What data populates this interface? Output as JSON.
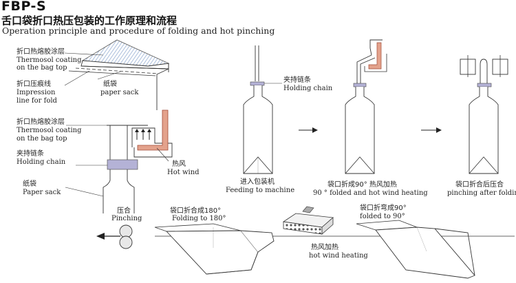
{
  "header": {
    "model": "FBP-S",
    "title_cn": "舌口袋折口热压包装的工作原理和流程",
    "title_en": "Operation principle  and procedure of  folding and hot pinching"
  },
  "labels": {
    "coating_top_cn": "折口热熔胶涂层",
    "coating_top_en1": "Thermosol coating",
    "coating_top_en2": "on the bag top",
    "impression_cn": "折口压痕线",
    "impression_en1": "Impression",
    "impression_en2": "line for fold",
    "paper_sack_top_cn": "纸袋",
    "paper_sack_top_en": "paper sack",
    "coating_mid_cn": "折口热熔胶涂层",
    "coating_mid_en1": "Thermosol coating",
    "coating_mid_en2": "on the bag top",
    "holding_left_cn": "夹持链条",
    "holding_left_en": "Holding  chain",
    "hot_wind_cn": "热风",
    "hot_wind_en": "Hot wind",
    "paper_sack_low_cn": "纸袋",
    "paper_sack_low_en": "Paper sack",
    "holding_center_cn": "夹持链条",
    "holding_center_en": "Holding chain",
    "feeding_cn": "进入包装机",
    "feeding_en": "Feeding to machine",
    "fold90_heat_cn": "袋口折成90°  热风加热",
    "fold90_heat_en": "90 °  folded and hot wind heating",
    "pinch_after_cn": "袋口折合后压合",
    "pinch_after_en": "pinching after folding",
    "pinching_cn": "压合",
    "pinching_en": "Pinching",
    "fold180_cn": "袋口折合成180°",
    "fold180_en": "Folding to 180°",
    "hotwind_heat_cn": "热风加热",
    "hotwind_heat_en": "hot wind heating",
    "fold90_bottom_cn": "袋口折弯成90°",
    "fold90_bottom_en": "folded to 90°"
  },
  "colors": {
    "hot_wind_arrow": "#d98a74",
    "pipe_fill": "#e3a28c",
    "chain_fill": "#b4b2d6",
    "coating_hatch": "#7f9bc9",
    "roller_fill": "#e8e8e8"
  }
}
